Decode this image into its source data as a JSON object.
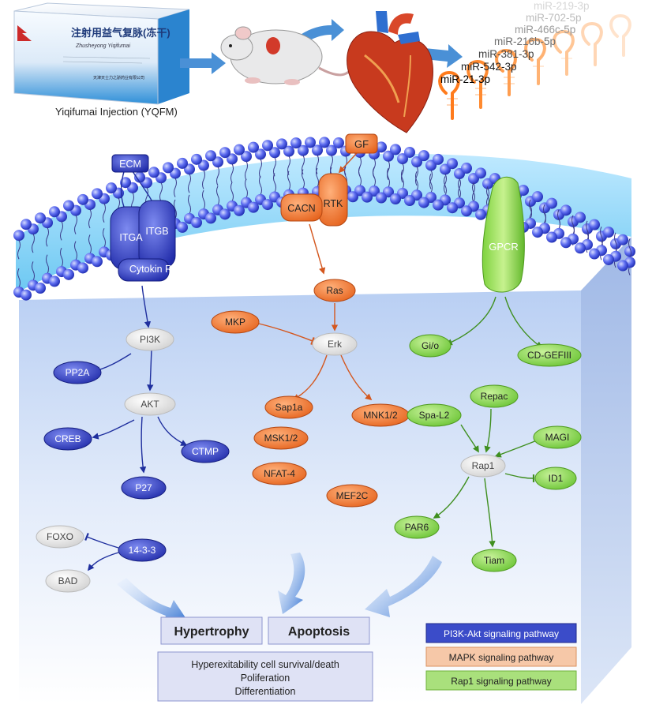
{
  "drug": {
    "box_title_cn": "注射用益气复脉(冻干)",
    "box_title_pinyin": "Zhusheyong Yiqifumai",
    "box_company": "天津天士力之骄药业有限公司",
    "caption": "Yiqifumai Injection (YQFM)"
  },
  "mirnas": [
    {
      "label": "miR-219-3p",
      "color": "#d6d6d6"
    },
    {
      "label": "miR-702-5p",
      "color": "#bdbdbd"
    },
    {
      "label": "miR-466c-5p",
      "color": "#9a9a9a"
    },
    {
      "label": "miR-216b-5p",
      "color": "#6f6f6f"
    },
    {
      "label": "miR-381-3p",
      "color": "#464646"
    },
    {
      "label": "miR-542-3p",
      "color": "#222222"
    },
    {
      "label": "miR-21-3p",
      "color": "#000000"
    }
  ],
  "membrane": {
    "ecm": "ECM",
    "itga": "ITGA",
    "itgb": "ITGB",
    "cytokin": "Cytokin R",
    "gf": "GF",
    "rtk": "RTK",
    "cacn": "CACN",
    "gpcr": "GPCR"
  },
  "pi3k_nodes": {
    "pi3k": "PI3K",
    "pp2a": "PP2A",
    "akt": "AKT",
    "creb": "CREB",
    "ctmp": "CTMP",
    "p27": "P27",
    "foxo": "FOXO",
    "bad": "BAD",
    "p1433": "14-3-3"
  },
  "mapk_nodes": {
    "ras": "Ras",
    "mkp": "MKP",
    "erk": "Erk",
    "sap1a": "Sap1a",
    "mnk12": "MNK1/2",
    "msk12": "MSK1/2",
    "nfat4": "NFAT-4",
    "mef2c": "MEF2C"
  },
  "rap1_nodes": {
    "gio": "Gi/o",
    "cdgef": "CD-GEFIII",
    "repac": "Repac",
    "spal2": "Spa-L2",
    "magi": "MAGI",
    "rap1": "Rap1",
    "id1": "ID1",
    "par6": "PAR6",
    "tiam": "Tiam"
  },
  "outcomes": {
    "hypertrophy": "Hypertrophy",
    "apoptosis": "Apoptosis",
    "line1": "Hyperexitability cell survival/death",
    "line2": "Poliferation",
    "line3": "Differentiation"
  },
  "legend": {
    "pi3k": "PI3K-Akt signaling pathway",
    "mapk": "MAPK signaling pathway",
    "rap1": "Rap1 signaling pathway"
  },
  "colors": {
    "blue": "#2e3fc7",
    "orange": "#ef7b2f",
    "green": "#7fd24a",
    "gray": "#e6e6e6",
    "blue_arrow": "#1f2f9e",
    "orange_arrow": "#d4571e",
    "green_arrow": "#3f8f1f"
  }
}
